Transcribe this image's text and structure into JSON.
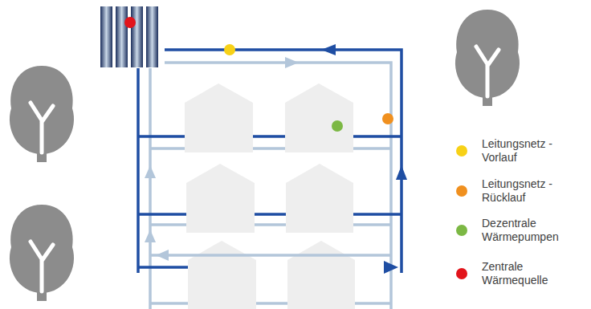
{
  "diagram": {
    "legend": [
      {
        "text": "Leitungsnetz - Vorlauf",
        "color": "#f7d117"
      },
      {
        "text": "Leitungsnetz - Rücklauf",
        "color": "#f0901f"
      },
      {
        "text": "Dezentrale Wärmepumpen",
        "color": "#7cb844"
      },
      {
        "text": "Zentrale Wärmequelle",
        "color": "#e2141b"
      }
    ]
  }
}
